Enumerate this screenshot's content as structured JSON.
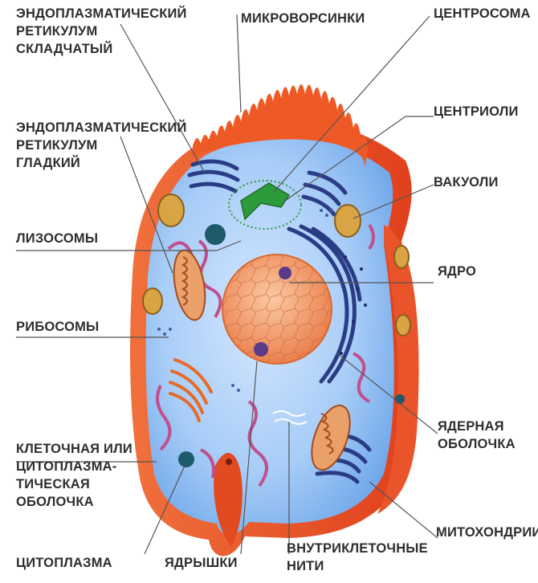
{
  "labels": {
    "er_rough": "ЭНДОПЛАЗМАТИЧЕСКИЙ\nРЕТИКУЛУМ\nСКЛАДЧАТЫЙ",
    "microvilli": "МИКРОВОРСИНКИ",
    "centrosome": "ЦЕНТРОСОМА",
    "centrioles": "ЦЕНТРИОЛИ",
    "er_smooth": "ЭНДОПЛАЗМАТИЧЕСКИЙ\nРЕТИКУЛУМ\nГЛАДКИЙ",
    "vacuoles": "ВАКУОЛИ",
    "lysosomes": "ЛИЗОСОМЫ",
    "nucleus": "ЯДРО",
    "ribosomes": "РИБОСОМЫ",
    "nuclear_envelope": "ЯДЕРНАЯ\nОБОЛОЧКА",
    "cell_membrane": "КЛЕТОЧНАЯ ИЛИ\nЦИТОПЛАЗМА-\nТИЧЕСКАЯ\nОБОЛОЧКА",
    "mitochondria": "МИТОХОНДРИИ",
    "cytoplasm": "ЦИТОПЛАЗМА",
    "nucleoli": "ЯДРЫШКИ",
    "filaments": "ВНУТРИКЛЕТОЧНЫЕ\nНИТИ"
  },
  "colors": {
    "membrane": "#e8572a",
    "cytoplasm": "#9fc8f5",
    "nucleus": "#f4a271",
    "er_rough": "#3b4f9e",
    "er_smooth": "#c04f8d",
    "golgi": "#e8642a",
    "centrosome": "#2e9b3a",
    "label_text": "#2e2e2e",
    "leader_line": "#555555"
  }
}
